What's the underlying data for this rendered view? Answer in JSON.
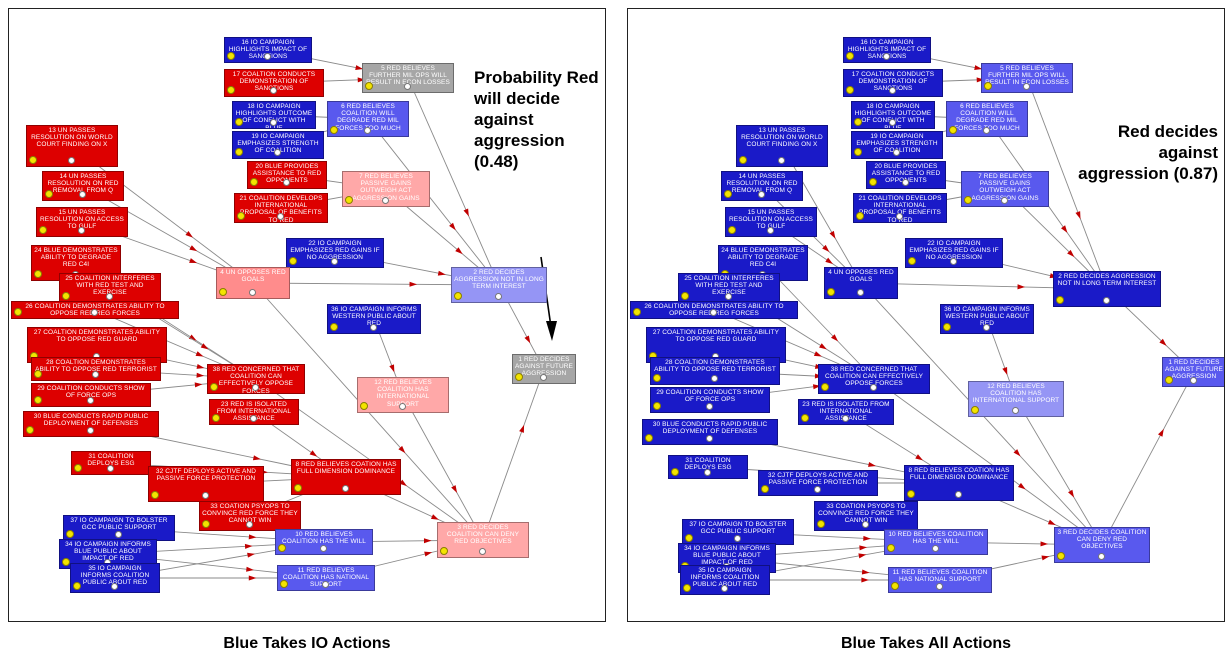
{
  "left": {
    "annotation": "Probability Red will decide against aggression (0.48)",
    "caption": "Blue Takes IO Actions"
  },
  "right": {
    "annotation": "Red decides against aggression (0.87)",
    "caption": "Blue Takes All Actions"
  },
  "node_labels": {
    "n1": "1 Red decides against future aggression",
    "n2": "2 Red decides aggression not in long term interest",
    "n3": "3 Red decides coalition can deny Red objectives",
    "n4": "4 UN opposes Red goals",
    "n5": "5 Red believes further mil ops will result in econ losses",
    "n6": "6 Red believes coalition will degrade Red mil forces too much",
    "n7": "7 Red believes passive gains outweigh act aggression gains",
    "n8": "8 Red believes coation has full dimension dominance",
    "n10": "10 Red believes coalition has the will",
    "n11": "11 Red believes coalition has national support",
    "n12": "12 Red believes coalition has international support",
    "n13": "13 UN passes resolution on world court finding on X",
    "n14": "14 UN passes resolution on Red removal from Q",
    "n15": "15 UN passes resolution on access to gulf",
    "n16": "16 IO campaign highlights impact of sanctions",
    "n17": "17 Coaltion conducts demonstration of sanctions",
    "n18": "18 IO campaign highlights outcome of conflict with Blue",
    "n19": "19 IO campaign emphasizes strength of coalition",
    "n20": "20 Blue provides assistance to Red opponents",
    "n21": "21 Coalition develops international proposal of benefits to Red",
    "n22": "22 IO campaign emphasizes Red gains if no aggression",
    "n23": "23 Red is isolated from international assistance",
    "n24": "24 Blue demonstrates ability to degrade Red C4I",
    "n25": "25 Coalition interferes with Red test and exercise",
    "n26": "26 Coalition demonstrates ability to oppose Red reg forces",
    "n27": "27 Coaltion demonstrates ability to oppose Red guard",
    "n28": "28 Coaltion demonstrates ability to oppose Red terrorist",
    "n29": "29 Coalition conducts show of force ops",
    "n30": "30 Blue conducts rapid public deployment of defenses",
    "n31": "31 Coalition deploys ESG",
    "n32": "32 CJTF deploys active and passive force protection",
    "n33": "33 Coation PSYOPs to convince Red force they cannot win",
    "n34": "34 IO campaign informs Blue public about impact of Red",
    "n35": "35 IO campaign informs coalition public about Red",
    "n36": "36 IO campaign informs western public about Red",
    "n37": "37 IO campaign to bolster GCC public support",
    "n38": "38 Red concerned that coalition can effectively oppose forces"
  },
  "node_colors": {
    "red": "#dd0000",
    "blue": "#1a1ac8",
    "light_blue": "#5959ee",
    "very_light_blue": "#9595f5",
    "gray": "#a6a6a6",
    "pink": "#ff8c8c",
    "light_pink": "#ffa8a8",
    "dot": "#f3e400",
    "edge": "#8a8a8a",
    "arrowhead": "#c00000"
  },
  "left_node_colors": {
    "n1": "gray",
    "n2": "very_light_blue",
    "n3": "light_pink",
    "n4": "pink",
    "n5": "gray",
    "n6": "light_blue",
    "n7": "light_pink",
    "n8": "red",
    "n10": "light_blue",
    "n11": "light_blue",
    "n12": "light_pink",
    "n13": "red",
    "n14": "red",
    "n15": "red",
    "n16": "blue",
    "n17": "red",
    "n18": "blue",
    "n19": "blue",
    "n20": "red",
    "n21": "red",
    "n22": "blue",
    "n23": "red",
    "n24": "red",
    "n25": "red",
    "n26": "red",
    "n27": "red",
    "n28": "red",
    "n29": "red",
    "n30": "red",
    "n31": "red",
    "n32": "red",
    "n33": "red",
    "n34": "blue",
    "n35": "blue",
    "n36": "blue",
    "n37": "blue",
    "n38": "red"
  },
  "right_node_colors": {
    "n1": "light_blue",
    "n2": "blue",
    "n3": "light_blue",
    "n4": "blue",
    "n5": "light_blue",
    "n6": "light_blue",
    "n7": "light_blue",
    "n8": "blue",
    "n10": "light_blue",
    "n11": "light_blue",
    "n12": "very_light_blue",
    "n13": "blue",
    "n14": "blue",
    "n15": "blue",
    "n16": "blue",
    "n17": "blue",
    "n18": "blue",
    "n19": "blue",
    "n20": "blue",
    "n21": "blue",
    "n22": "blue",
    "n23": "blue",
    "n24": "blue",
    "n25": "blue",
    "n26": "blue",
    "n27": "blue",
    "n28": "blue",
    "n29": "blue",
    "n30": "blue",
    "n31": "blue",
    "n32": "blue",
    "n33": "blue",
    "n34": "blue",
    "n35": "blue",
    "n36": "blue",
    "n37": "blue",
    "n38": "blue"
  },
  "edges": [
    [
      "n16",
      "n5"
    ],
    [
      "n17",
      "n5"
    ],
    [
      "n18",
      "n6"
    ],
    [
      "n19",
      "n6"
    ],
    [
      "n20",
      "n7"
    ],
    [
      "n21",
      "n7"
    ],
    [
      "n13",
      "n4"
    ],
    [
      "n14",
      "n4"
    ],
    [
      "n15",
      "n4"
    ],
    [
      "n24",
      "n38"
    ],
    [
      "n25",
      "n38"
    ],
    [
      "n26",
      "n38"
    ],
    [
      "n27",
      "n38"
    ],
    [
      "n28",
      "n38"
    ],
    [
      "n29",
      "n38"
    ],
    [
      "n30",
      "n8"
    ],
    [
      "n31",
      "n8"
    ],
    [
      "n32",
      "n8"
    ],
    [
      "n33",
      "n8"
    ],
    [
      "n23",
      "n8"
    ],
    [
      "n37",
      "n10"
    ],
    [
      "n34",
      "n10"
    ],
    [
      "n34",
      "n11"
    ],
    [
      "n35",
      "n10"
    ],
    [
      "n35",
      "n11"
    ],
    [
      "n4",
      "n2"
    ],
    [
      "n5",
      "n2"
    ],
    [
      "n6",
      "n2"
    ],
    [
      "n7",
      "n2"
    ],
    [
      "n22",
      "n2"
    ],
    [
      "n2",
      "n1"
    ],
    [
      "n36",
      "n12"
    ],
    [
      "n12",
      "n3"
    ],
    [
      "n38",
      "n3"
    ],
    [
      "n8",
      "n3"
    ],
    [
      "n10",
      "n3"
    ],
    [
      "n11",
      "n3"
    ],
    [
      "n3",
      "n1"
    ],
    [
      "n4",
      "n3"
    ]
  ]
}
